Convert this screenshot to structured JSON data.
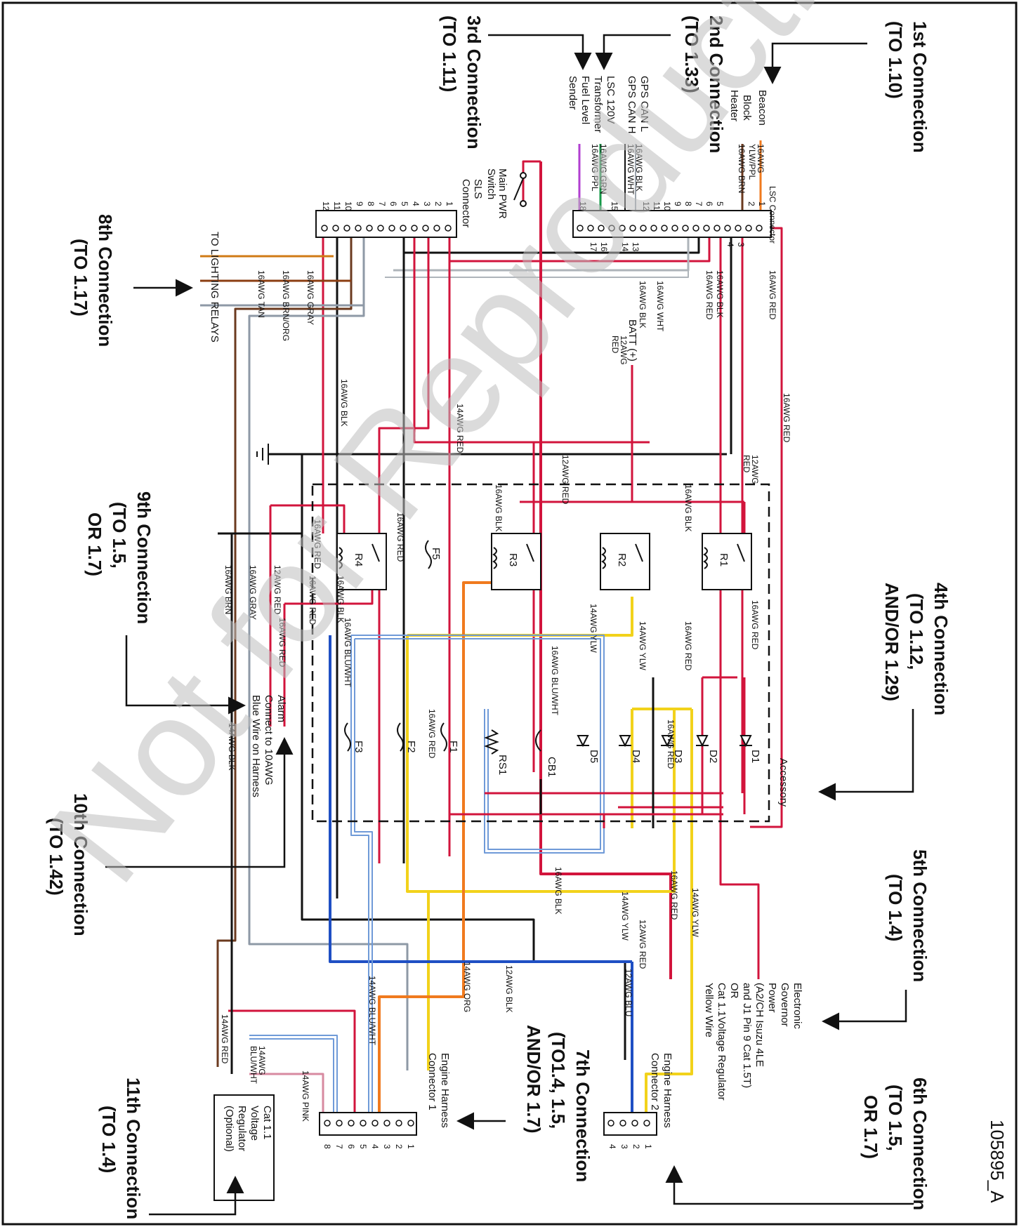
{
  "drawing_number": "105895_A",
  "watermark": "Not for Reproduction",
  "connections": {
    "c1": {
      "title": "1st Connection",
      "target": "(TO 1.10)"
    },
    "c2": {
      "title": "2nd Connection",
      "target": "(TO 1.33)"
    },
    "c3": {
      "title": "3rd Connection",
      "target": "(TO 1.11)"
    },
    "c4": {
      "title": "4th Connection",
      "target1": "(TO 1.12,",
      "target2": "AND/OR 1.29)"
    },
    "c5": {
      "title": "5th Connection",
      "target": "(TO 1.4)"
    },
    "c6": {
      "title": "6th Connection",
      "target1": "(TO 1.5,",
      "target2": "OR 1.7)"
    },
    "c7": {
      "title": "7th Connection",
      "target1": "(TO1.4, 1.5,",
      "target2": "AND/OR 1.7)"
    },
    "c8": {
      "title": "8th Connection",
      "target": "(TO 1.17)"
    },
    "c9": {
      "title": "9th Connection",
      "target1": "(TO 1.5,",
      "target2": "OR 1.7)"
    },
    "c10": {
      "title": "10th Connection",
      "target": "(TO 1.42)"
    },
    "c11": {
      "title": "11th Connection",
      "target": "(TO 1.4)"
    }
  },
  "lsc": {
    "title": "LSC Connector",
    "signals": [
      "Beacon",
      "Block",
      "Heater",
      "GPS CAN L",
      "GPS CAN H",
      "LSC 120V",
      "Transformer",
      "Fuel Level",
      "Sender"
    ],
    "wires": [
      "16AWG",
      "YLW/PPL",
      "16AWG BRN",
      "16AWG BLK",
      "16AWG WHT",
      "16AWG GRN",
      "16AWG PPL"
    ],
    "pins": [
      "1",
      "2",
      "3",
      "4",
      "5",
      "6",
      "7",
      "8",
      "9",
      "10",
      "11",
      "12",
      "13",
      "14",
      "15",
      "16",
      "17",
      "18"
    ]
  },
  "sls": {
    "title": "SLS",
    "subtitle": "Connector",
    "pins": [
      "1",
      "2",
      "3",
      "4",
      "5",
      "6",
      "7",
      "8",
      "9",
      "10",
      "11",
      "12"
    ],
    "switch1": "Main PWR",
    "switch2": "Switch"
  },
  "lighting": {
    "title": "TO LIGHTING RELAYS",
    "wires": [
      "16AWG TAN",
      "16AWG BRN/ORG",
      "16AWG GRAY"
    ]
  },
  "batt": {
    "label": "BATT (+)",
    "wire1": "12AWG",
    "wire2": "RED"
  },
  "wire_labels": {
    "red16": "16AWG RED",
    "blk16": "16AWG BLK",
    "wht16": "16AWG WHT",
    "red14": "14AWG RED",
    "red12": "12AWG RED",
    "red12b": "12AWG",
    "red12c": "RED",
    "ylw14": "14AWG YLW",
    "bluwht16": "16AWG BLU/WHT",
    "blu12": "12AWG BLU",
    "blk12": "12AWG BLK",
    "org14": "14AWG ORG",
    "bluwht14": "14AWG BLU/WHT",
    "blk14": "14AWG BLK",
    "gray16": "16AWG GRAY",
    "brn16": "16AWG BRN",
    "pink14": "14AWG PINK",
    "bluwht14a": "14AWG",
    "bluwht14b": "BLU/WHT"
  },
  "components": {
    "relays": [
      "R1",
      "R2",
      "R3",
      "R4"
    ],
    "diodes": [
      "D1",
      "D2",
      "D3",
      "D4",
      "D5"
    ],
    "fuses": [
      "F1",
      "F2",
      "F3",
      "F5"
    ],
    "breaker": "CB1",
    "resistor": "RS1"
  },
  "accessory": "Accessory",
  "alarm": [
    "Alarm",
    "Connect to 10AWG",
    "Blue Wire on Harness"
  ],
  "governor": [
    "Electronic",
    "Governor",
    "Power",
    "(A2/CH Isuzu 4LE",
    "and J1 Pin 9  Cat 1.5T)",
    "OR",
    "Cat 1.1Voltage Regulator",
    "Yellow Wire"
  ],
  "eh1": {
    "title": "Engine Harness",
    "subtitle": "Connector 1",
    "pins": [
      "1",
      "2",
      "3",
      "4",
      "5",
      "6",
      "7",
      "8"
    ]
  },
  "eh2": {
    "title": "Engine Harness",
    "subtitle": "Connector 2",
    "pins": [
      "1",
      "2",
      "3",
      "4"
    ]
  },
  "vreg": [
    "Cat 1.1",
    "Voltage",
    "Regulator",
    "(Optional)"
  ],
  "colors": {
    "red": "#d2143c",
    "black": "#111111",
    "yellow": "#f2d21b",
    "blue": "#1f4fc4",
    "bluwht": "#6f9ad8",
    "orange": "#f07a1e",
    "gray": "#8e99a6",
    "brown": "#6b3a1f",
    "tan": "#d07b16",
    "purple": "#b13fd0",
    "green": "#179a4a",
    "pink": "#d78aa0"
  }
}
